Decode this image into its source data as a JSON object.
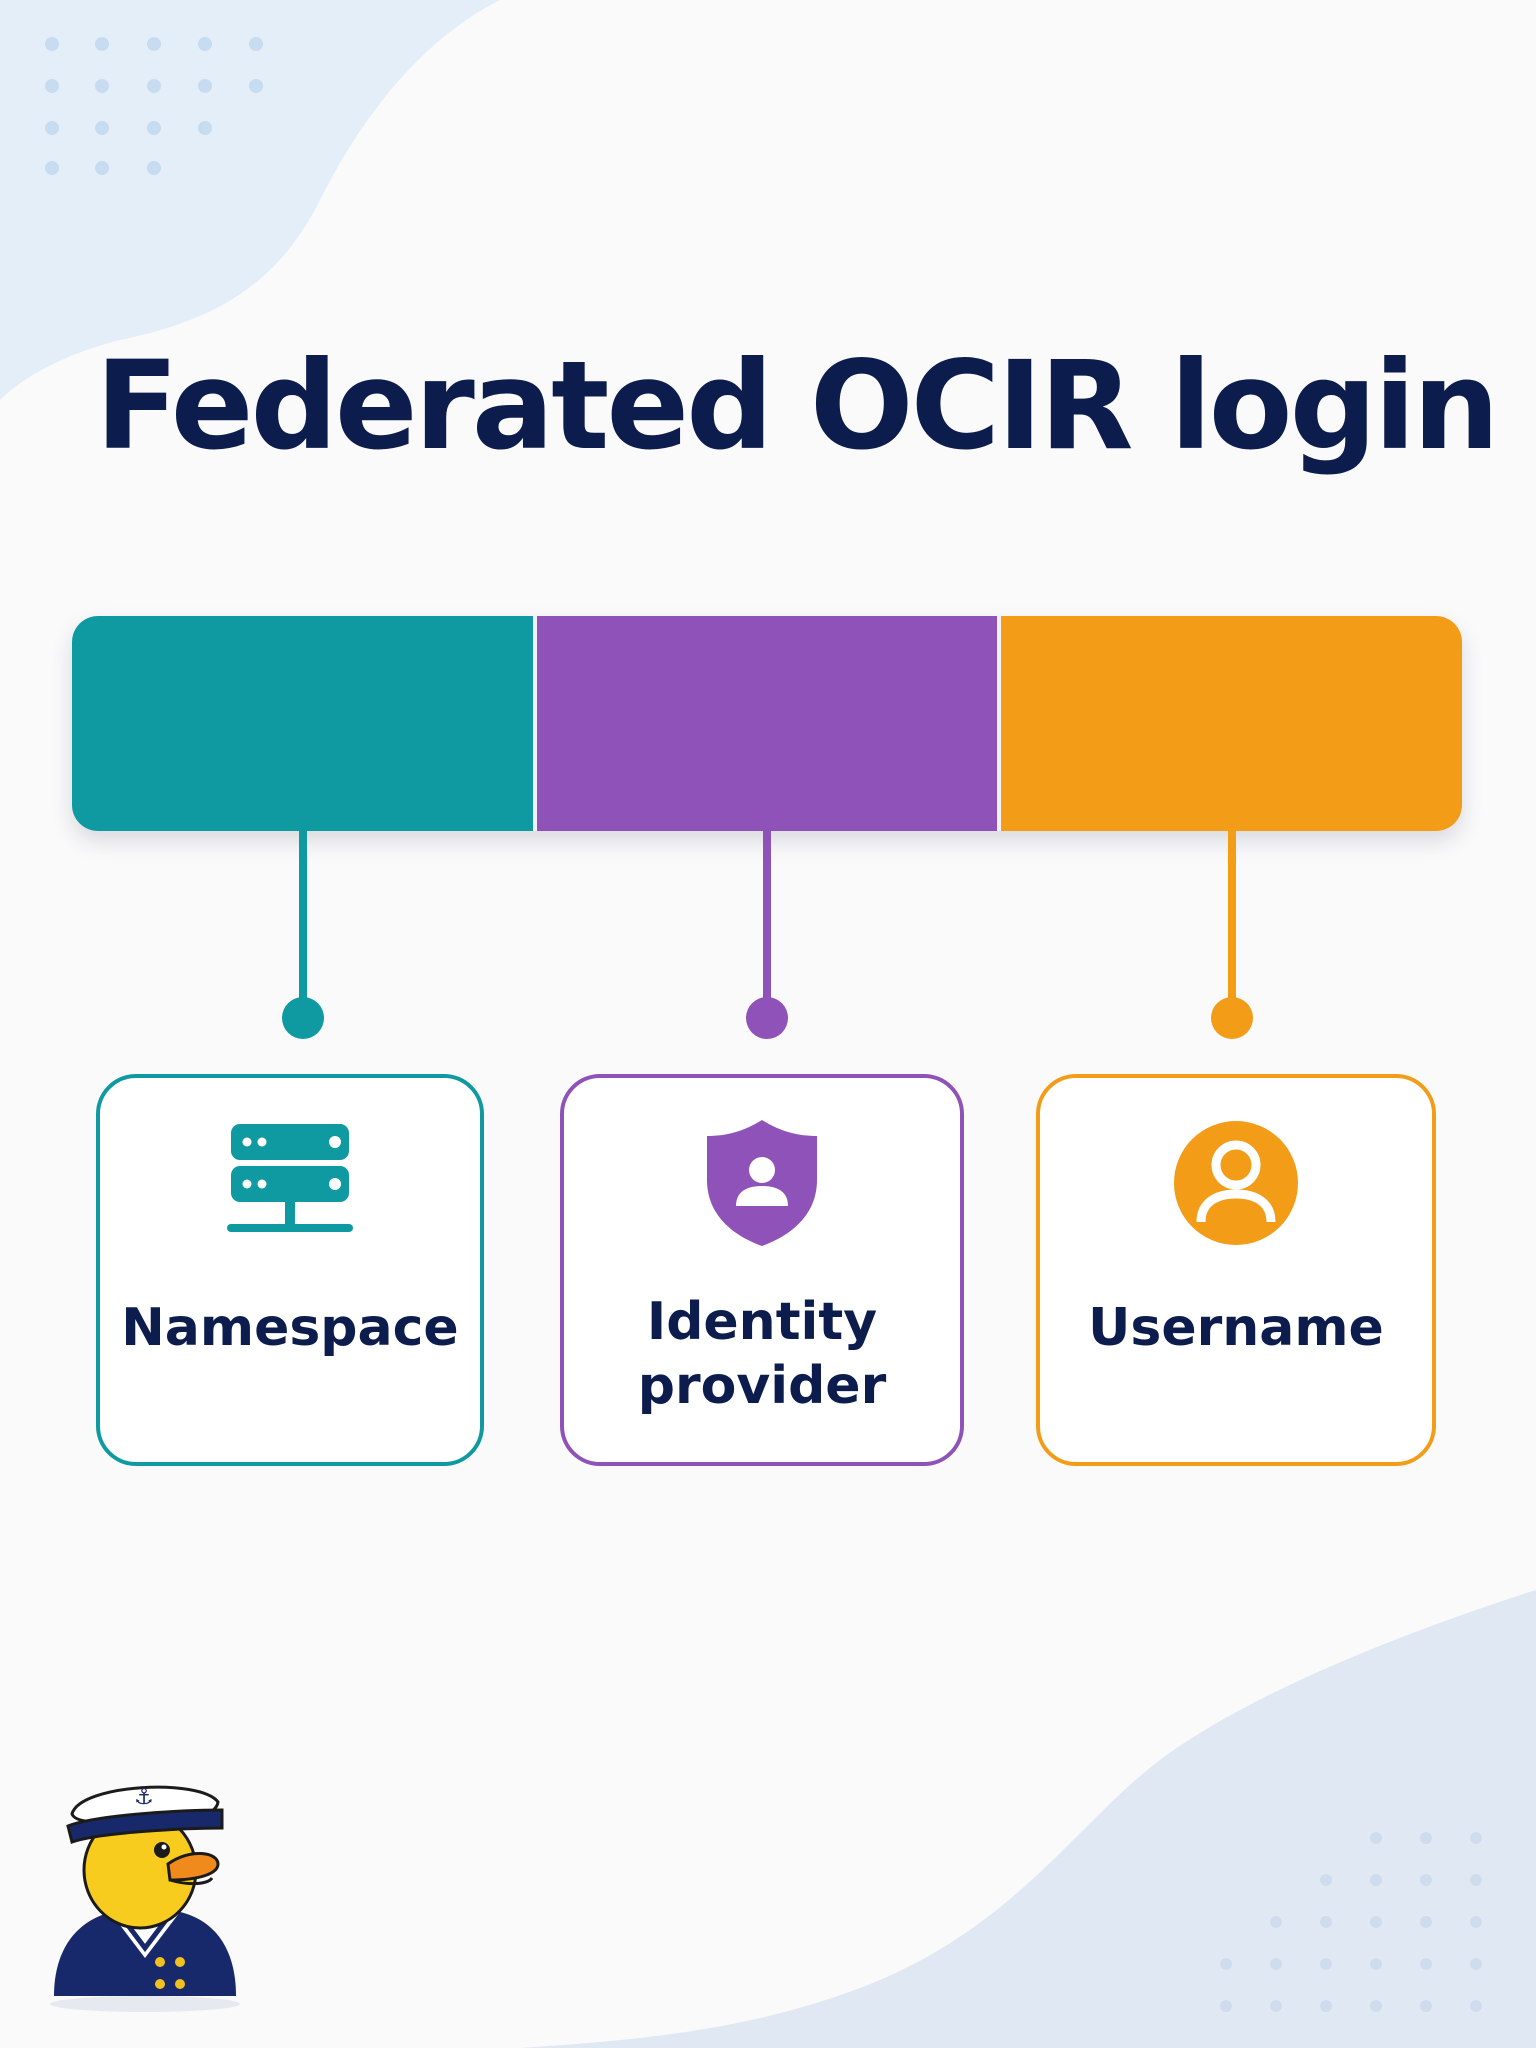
{
  "title": "Federated OCIR login",
  "colors": {
    "teal": "#0e9aa0",
    "purple": "#8e52b8",
    "orange": "#f39c18",
    "navy": "#0c1d4d"
  },
  "items": [
    {
      "label": "Namespace",
      "icon": "server-icon",
      "color": "#0e9aa0"
    },
    {
      "label": "Identity\nprovider",
      "icon": "shield-user-icon",
      "color": "#8e52b8"
    },
    {
      "label": "Username",
      "icon": "user-circle-icon",
      "color": "#f39c18"
    }
  ],
  "mascot": {
    "icon": "sailor-duck-mascot"
  }
}
